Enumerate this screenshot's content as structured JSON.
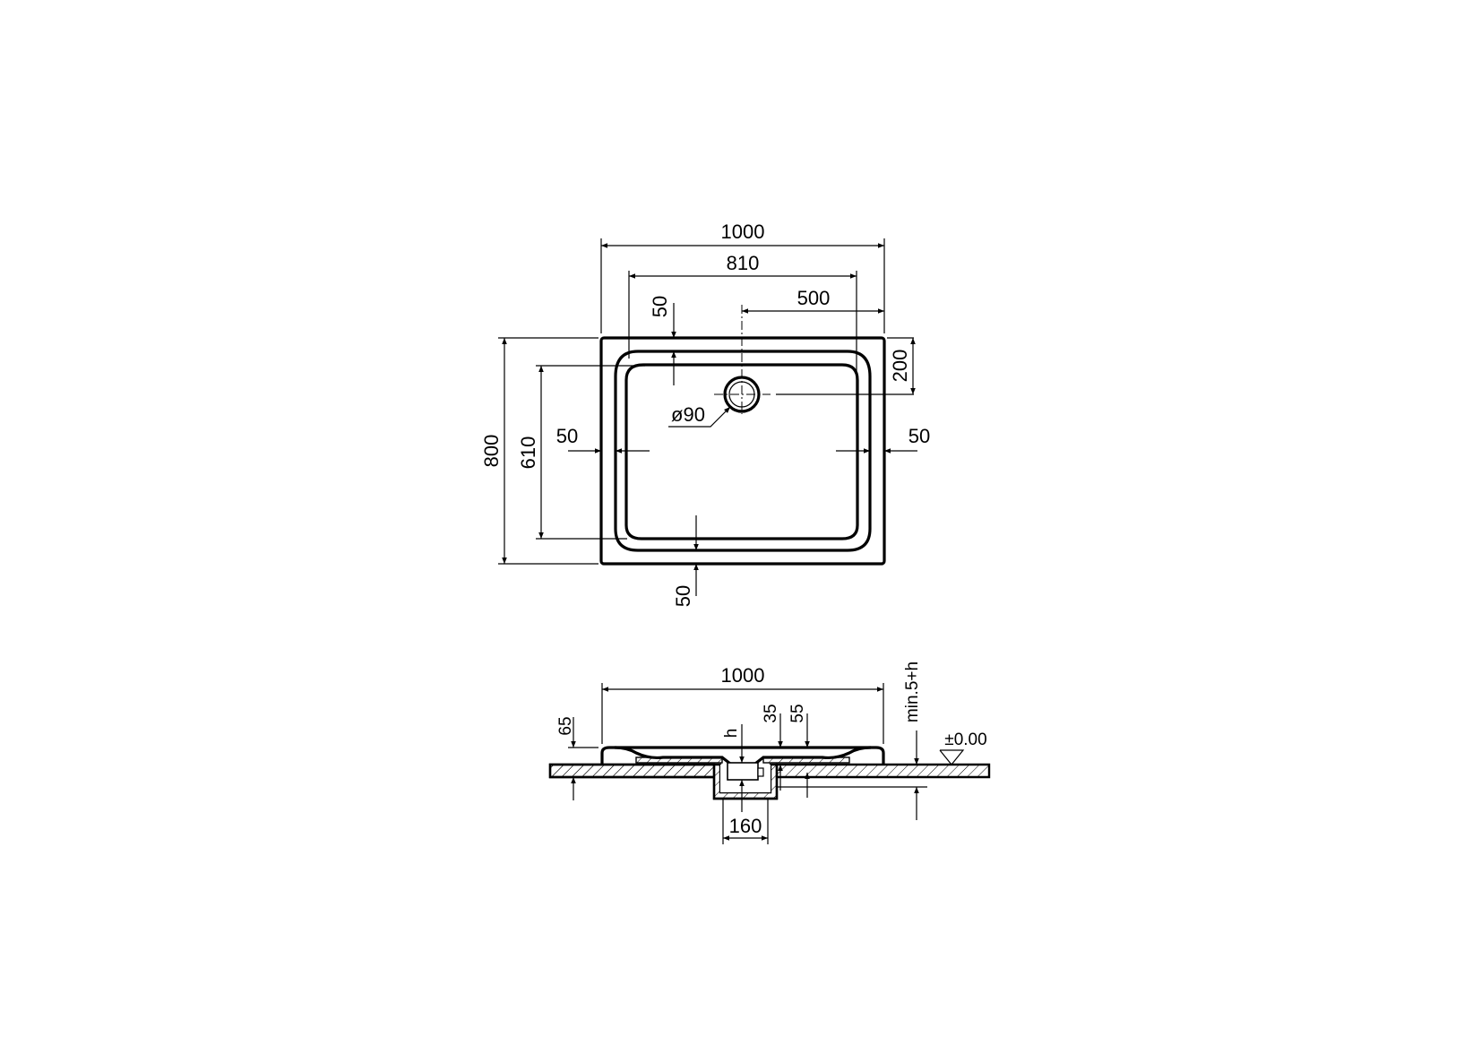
{
  "top_view": {
    "overall_width": "1000",
    "inner_width": "810",
    "drain_offset_x": "500",
    "drain_offset_y": "200",
    "overall_depth": "800",
    "inner_depth": "610",
    "rim_top": "50",
    "rim_bottom": "50",
    "rim_left": "50",
    "rim_right": "50",
    "drain_diameter": "ø90"
  },
  "side_view": {
    "overall_width": "1000",
    "tray_height": "65",
    "drain_h": "h",
    "dim_35": "35",
    "dim_55": "55",
    "min_height": "min.5+h",
    "floor_level": "±0.00",
    "recess_width": "160"
  }
}
